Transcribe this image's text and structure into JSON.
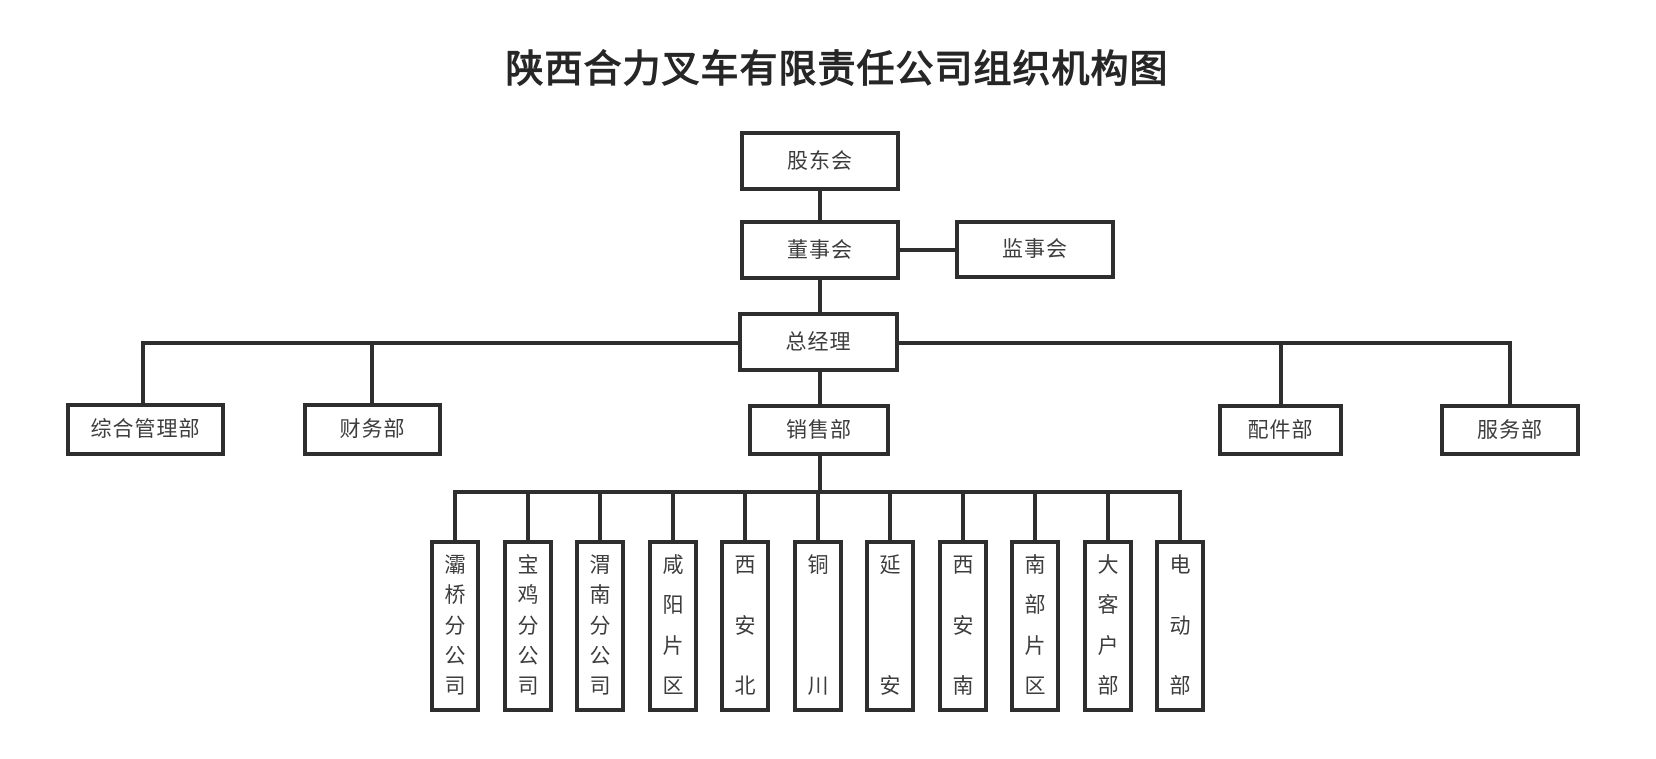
{
  "title": "陕西合力叉车有限责任公司组织机构图",
  "nodes": {
    "shareholders": {
      "label": "股东会"
    },
    "board": {
      "label": "董事会"
    },
    "supervisory": {
      "label": "监事会"
    },
    "gm": {
      "label": "总经理"
    },
    "admin": {
      "label": "综合管理部"
    },
    "finance": {
      "label": "财务部"
    },
    "sales": {
      "label": "销售部"
    },
    "parts": {
      "label": "配件部"
    },
    "service": {
      "label": "服务部"
    },
    "baqiao": {
      "label": "灞桥分公司"
    },
    "baoji": {
      "label": "宝鸡分公司"
    },
    "weinan": {
      "label": "渭南分公司"
    },
    "xianyang": {
      "label": "咸阳片区"
    },
    "xian_north": {
      "label": "西安北"
    },
    "tongchuan": {
      "label": "铜川"
    },
    "yanan": {
      "label": "延安"
    },
    "xian_south": {
      "label": "西安南"
    },
    "south_area": {
      "label": "南部片区"
    },
    "key_accounts": {
      "label": "大客户部"
    },
    "electric": {
      "label": "电动部"
    }
  },
  "colors": {
    "line": "#2e2e2e",
    "text": "#3d3d3d",
    "title_text": "#262626",
    "background": "#ffffff"
  }
}
